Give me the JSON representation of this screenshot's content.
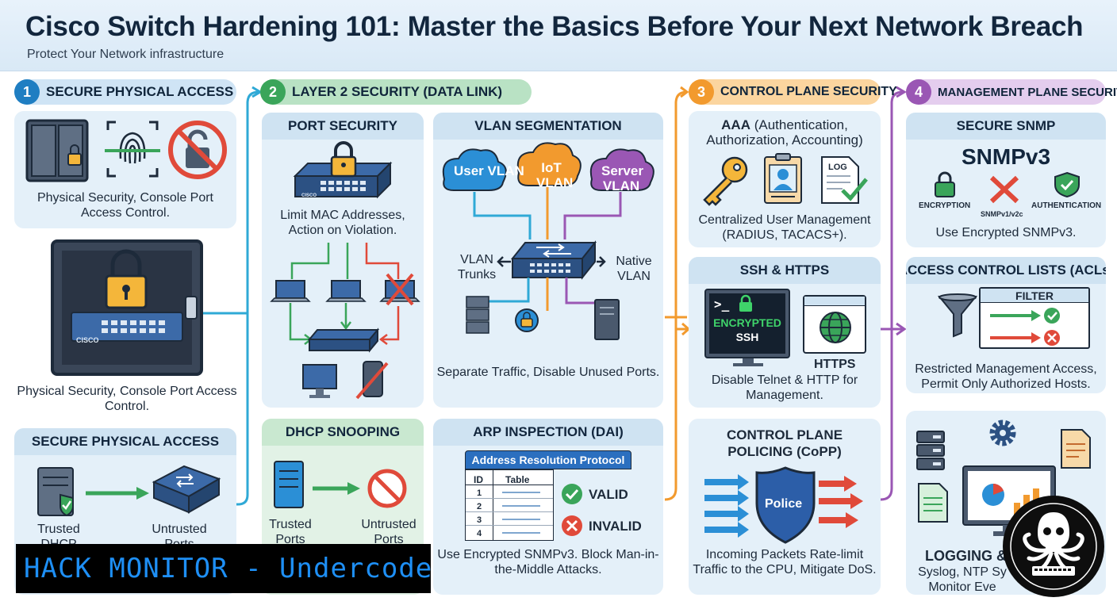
{
  "title": "Cisco Switch Hardening 101: Master the Basics Before Your Next Network Breach",
  "subtitle": "Protect Your Network infrastructure",
  "colors": {
    "blue": "#1f7ec2",
    "green": "#3aa55a",
    "orange": "#f29a2e",
    "purple": "#9a57b4",
    "red": "#e04a3a",
    "panel": "#e4f0f9"
  },
  "columns": [
    {
      "num": "1",
      "title": "SECURE PHYSICAL ACCESS"
    },
    {
      "num": "2",
      "title": "LAYER 2 SECURITY (DATA LINK)"
    },
    {
      "num": "3",
      "title": "CONTROL PLANE SECURITY"
    },
    {
      "num": "4",
      "title": "MANAGEMENT PLANE SECURITY"
    }
  ],
  "col1": {
    "top_caption": "Physical Security, Console Port Access Control.",
    "rack_caption": "Physical Security, Console Port Access Control.",
    "rack_brand": "CISCO",
    "bottom_title": "SECURE PHYSICAL ACCESS",
    "trusted_label": "Trusted DHCP Server",
    "untrusted_label": "Untrusted Ports"
  },
  "col2": {
    "port_security": {
      "title": "PORT SECURITY",
      "caption": "Limit MAC Addresses, Action on Violation.",
      "brand": "CISCO"
    },
    "vlan": {
      "title": "VLAN SEGMENTATION",
      "user": "User VLAN",
      "iot": "IoT VLAN",
      "server": "Server VLAN",
      "trunks": "VLAN Trunks",
      "native": "Native VLAN",
      "caption": "Separate Traffic, Disable Unused Ports."
    },
    "dhcp": {
      "title": "DHCP SNOOPING",
      "trusted": "Trusted Ports",
      "untrusted": "Untrusted Ports"
    },
    "arp": {
      "title": "ARP INSPECTION (DAI)",
      "table_title": "Address Resolution Protocol",
      "col_id": "ID",
      "col_table": "Table",
      "rows": [
        "1",
        "2",
        "3",
        "4"
      ],
      "valid": "VALID",
      "invalid": "INVALID",
      "caption": "Use Encrypted SNMPv3. Block Man-in-the-Middle Attacks."
    }
  },
  "col3": {
    "aaa": {
      "title_bold": "AAA",
      "title_rest": "(Authentication, Authorization, Accounting)",
      "log_label": "LOG",
      "caption": "Centralized User Management (RADIUS, TACACS+)."
    },
    "ssh": {
      "title": "SSH & HTTPS",
      "prompt": ">_",
      "encrypted": "ENCRYPTED",
      "ssh_label": "SSH",
      "https_label": "HTTPS",
      "caption": "Disable Telnet & HTTP for Management."
    },
    "copp": {
      "title": "CONTROL PLANE POLICING (CoPP)",
      "shield": "Police",
      "caption": "Incoming Packets Rate-limit Traffic to the CPU, Mitigate DoS."
    }
  },
  "col4": {
    "snmp": {
      "title": "SECURE SNMP",
      "big": "SNMPv3",
      "encryption": "ENCRYPTION",
      "v1v2c": "SNMPv1/v2c",
      "authentication": "AUTHENTICATION",
      "caption": "Use Encrypted SNMPv3."
    },
    "acl": {
      "title": "ACCESS CONTROL LISTS (ACLs)",
      "filter": "FILTER",
      "caption": "Restricted Management Access, Permit Only Authorized Hosts."
    },
    "logging": {
      "title": "LOGGING & M",
      "caption": "Syslog, NTP Sy Monitor Eve"
    }
  },
  "watermark": "HACK MONITOR - Undercode"
}
